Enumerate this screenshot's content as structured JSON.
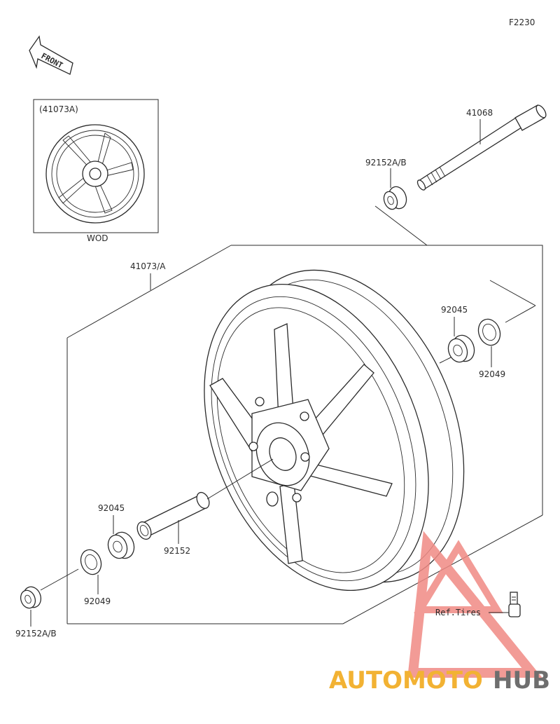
{
  "figure_code": "F2230",
  "front_label": "FRONT",
  "inset": {
    "part_label": "(41073A)",
    "caption": "WOD"
  },
  "labels": {
    "wheel_assembly": "41073/A",
    "axle": "41068",
    "collar_top": "92152A/B",
    "bearing_right": "92045",
    "seal_right": "92049",
    "bearing_left": "92045",
    "spacer": "92152",
    "seal_left": "92049",
    "collar_left": "92152A/B",
    "ref_tires": "Ref.Tires"
  },
  "watermark": {
    "part1": "AUTOMOTO",
    "part2": "HUB",
    "color_primary": "#f2b233",
    "color_secondary": "#6e6e6e",
    "triangle_color": "#f08a84"
  }
}
